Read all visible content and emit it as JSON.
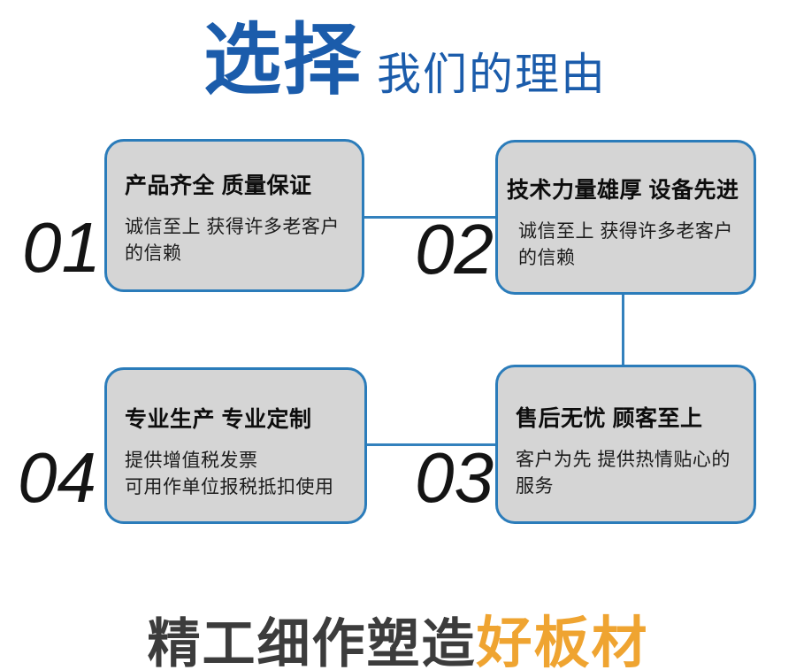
{
  "header": {
    "title_strong": "选择",
    "title_rest": "我们的理由"
  },
  "cards": [
    {
      "number": "01",
      "title": "产品齐全 质量保证",
      "desc": "诚信至上 获得许多老客户\n的信赖"
    },
    {
      "number": "02",
      "title": "技术力量雄厚 设备先进",
      "desc": "诚信至上 获得许多老客户\n的信赖"
    },
    {
      "number": "03",
      "title": "售后无忧 顾客至上",
      "desc": "客户为先 提供热情贴心的\n服务"
    },
    {
      "number": "04",
      "title": "专业生产 专业定制",
      "desc": "提供增值税发票\n可用作单位报税抵扣使用"
    }
  ],
  "tagline": {
    "prefix": "精工细作塑造",
    "highlight": "好板材"
  },
  "colors": {
    "title_blue": "#1b5cab",
    "card_border_blue": "#2b7cba",
    "connector_blue": "#3381bd",
    "card_bg_gray": "#d5d5d5",
    "number_black": "#141414",
    "tagline_dark": "#3c3c3c",
    "tagline_orange": "#efa431"
  }
}
